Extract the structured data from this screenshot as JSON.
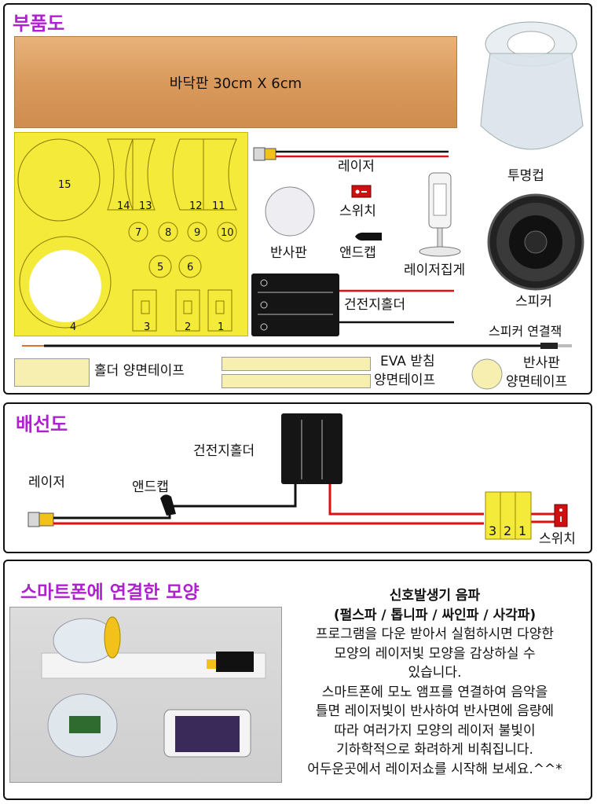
{
  "parts_panel": {
    "title": "부품도",
    "board_label": "바닥판 30cm X 6cm",
    "sheet_numbers": [
      "15",
      "14",
      "13",
      "12",
      "11",
      "7",
      "8",
      "9",
      "10",
      "5",
      "6",
      "4",
      "3",
      "2",
      "1"
    ],
    "laser": "레이저",
    "switch": "스위치",
    "reflector": "반사판",
    "end_cap": "앤드캡",
    "laser_clip": "레이저집게",
    "clear_cup": "투명컵",
    "speaker": "스피커",
    "battery_holder": "건전지홀더",
    "speaker_jack": "스피커 연결잭",
    "holder_tape": "홀더 양면테이프",
    "eva_tape_line1": "EVA 받침",
    "eva_tape_line2": "양면테이프",
    "reflector_tape_line1": "반사판",
    "reflector_tape_line2": "양면테이프"
  },
  "wiring_panel": {
    "title": "배선도",
    "battery_holder": "건전지홀더",
    "laser": "레이저",
    "end_cap": "앤드캡",
    "switch": "스위치",
    "terminals": [
      "3",
      "2",
      "1"
    ]
  },
  "phone_panel": {
    "title": "스마트폰에 연결한 모양",
    "heading1": "신호발생기 음파",
    "heading2": "(펄스파 / 톱니파 / 싸인파 / 사각파)",
    "lines": [
      "프로그램을 다운 받아서 실험하시면 다양한",
      "모양의 레이저빛 모양을 감상하실 수",
      "있습니다.",
      "스마트폰에 모노 앰프를 연결하여 음악을",
      "틀면 레이저빛이 반사하여 반사면에 음량에",
      "따라 여러가지 모양의 레이저 불빛이",
      "기하학적으로 화려하게 비춰집니다.",
      "어두운곳에서 레이저쇼를 시작해 보세요.^^*"
    ]
  },
  "colors": {
    "title": "#b01fd0",
    "sheet": "#f3ea3a",
    "wire_red": "#e01010",
    "wire_black": "#111111"
  }
}
